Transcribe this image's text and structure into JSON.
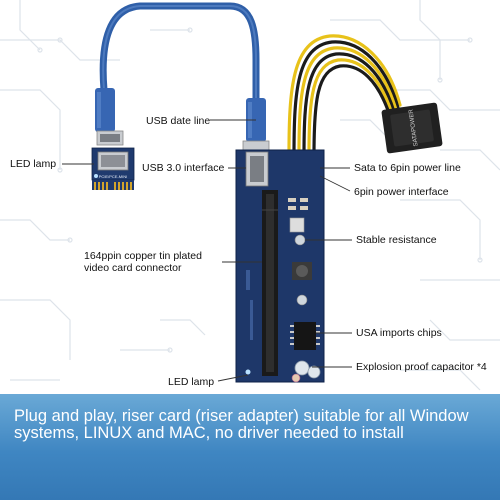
{
  "labels": {
    "usb_date_line": "USB date line",
    "led_lamp_top": "LED lamp",
    "usb_interface": "USB 3.0 interface",
    "sata_power": "Sata to 6pin power line",
    "pin_power": "6pin power interface",
    "stable_resistance": "Stable resistance",
    "connector_line1": "164ppin copper tin plated",
    "connector_line2": "video card connector",
    "usa_chips": "USA imports chips",
    "capacitor": "Explosion proof capacitor *4",
    "led_lamp_bottom": "LED lamp"
  },
  "small_card_text": "PCIE/PCE-MINI",
  "sata_connector_text": "SATAPOWER",
  "banner": {
    "text": "Plug and play, riser card (riser adapter) suitable for all Window systems, LINUX and MAC, no driver needed to install"
  },
  "colors": {
    "cable_blue": "#2f5fa8",
    "pcb_blue": "#1e3769",
    "banner_top": "#6aa9d6",
    "banner_bottom": "#3478b5"
  }
}
